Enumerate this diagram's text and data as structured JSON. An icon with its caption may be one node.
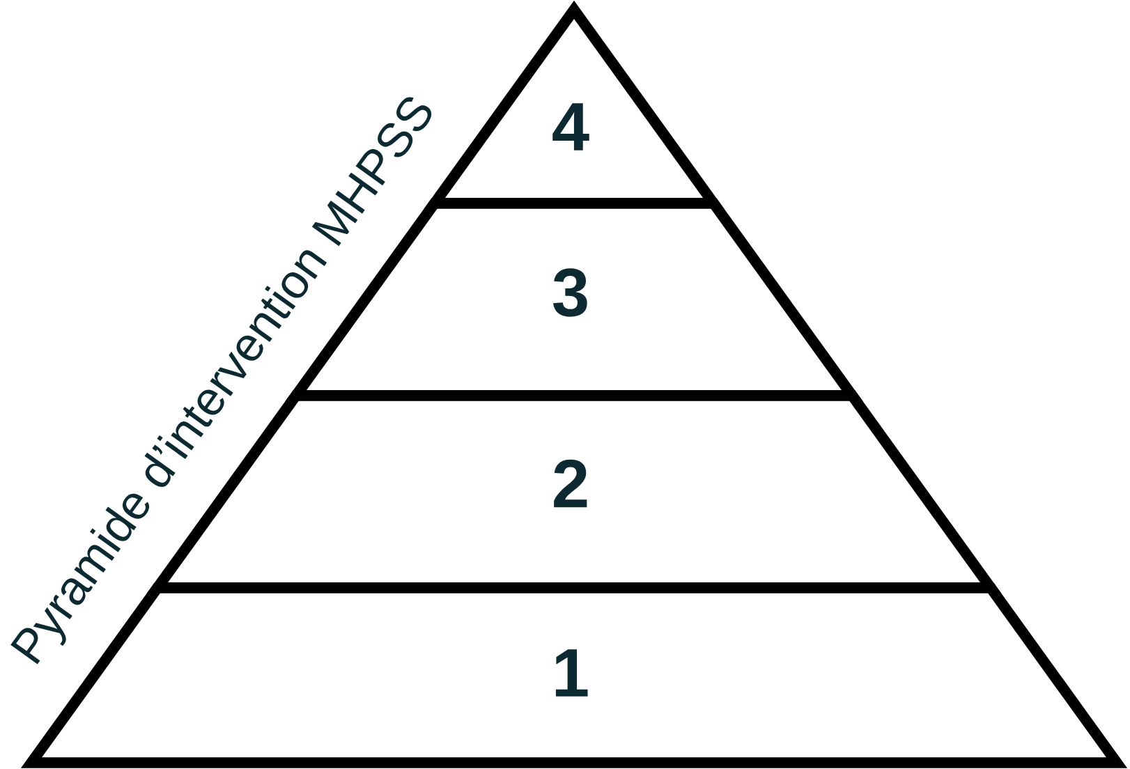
{
  "diagram": {
    "title": "Pyramide d’intervention MHPSS",
    "nodes": [
      {
        "text": [
          "4"
        ]
      },
      {
        "text": [
          "3"
        ]
      },
      {
        "text": [
          "2"
        ]
      },
      {
        "text": [
          "1"
        ]
      }
    ]
  }
}
